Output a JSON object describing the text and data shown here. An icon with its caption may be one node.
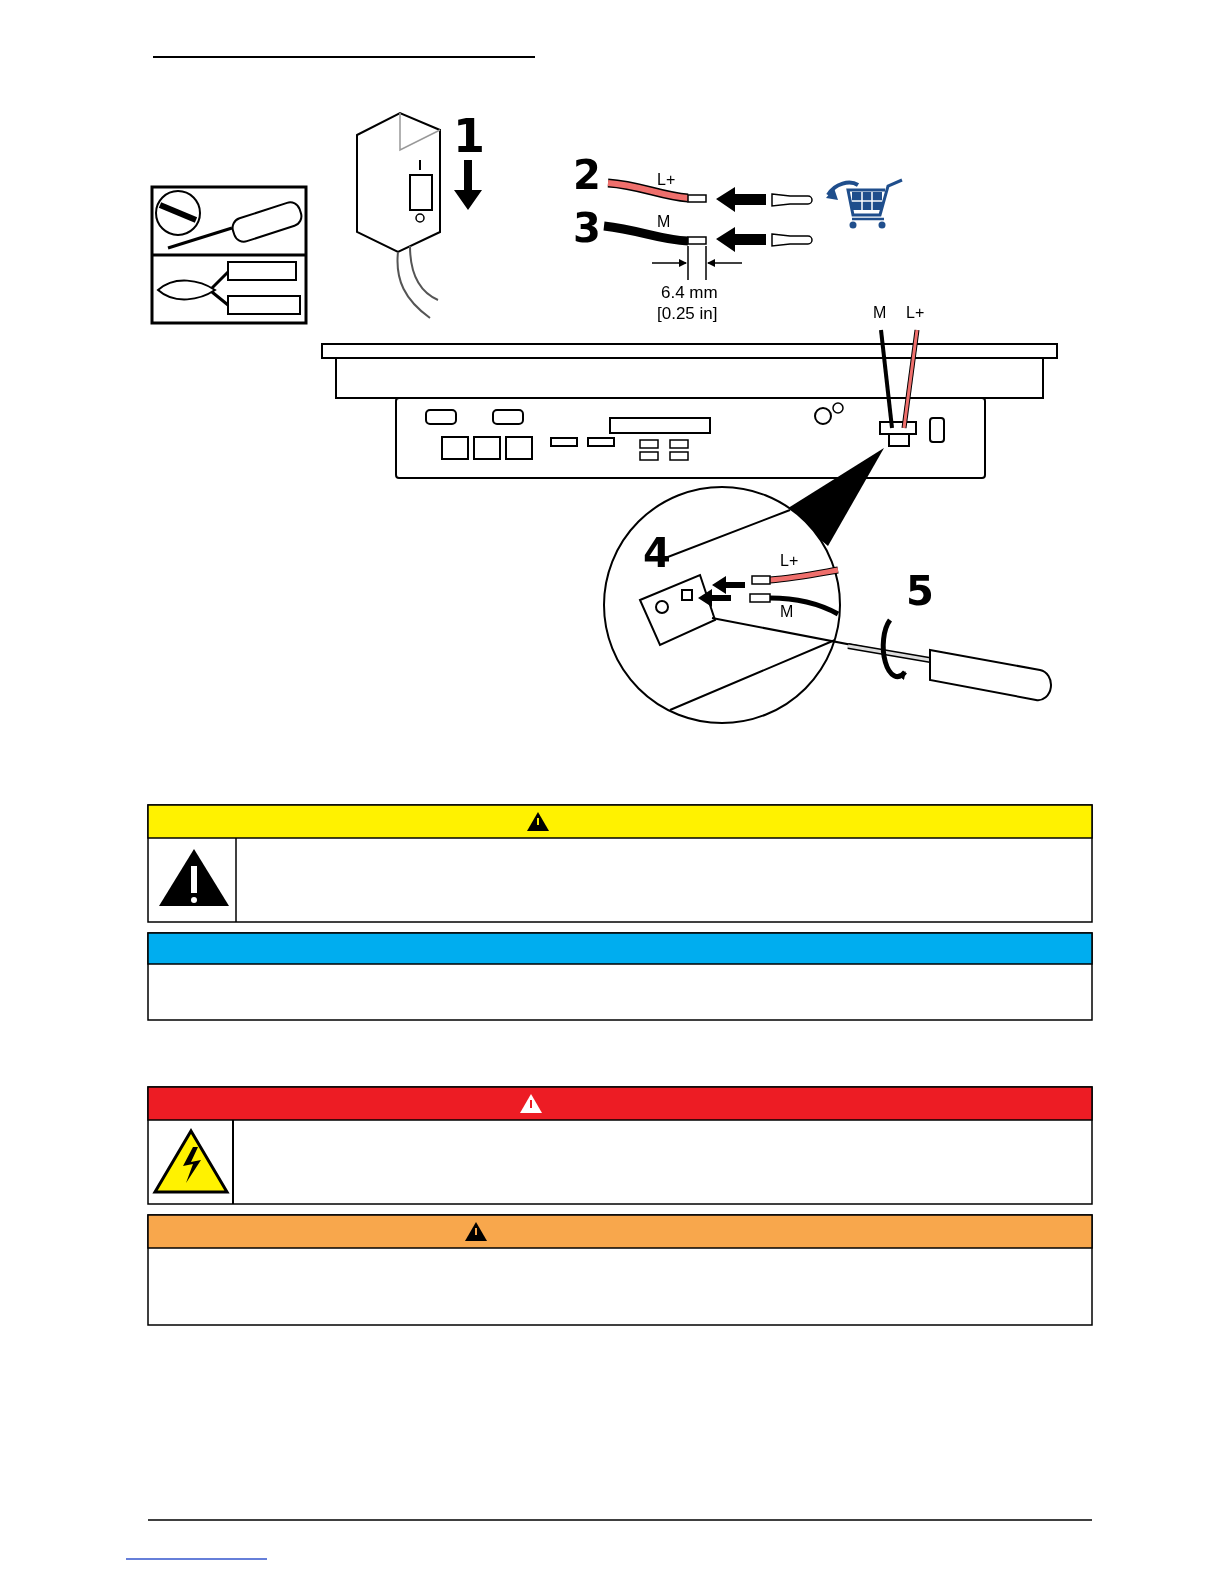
{
  "diagram": {
    "labels": [
      "1",
      "2",
      "L+",
      "3",
      "M",
      "6.4 mm",
      "[0.25 in]",
      "M",
      "L+",
      "4",
      "L+",
      "M",
      "5"
    ]
  }
}
